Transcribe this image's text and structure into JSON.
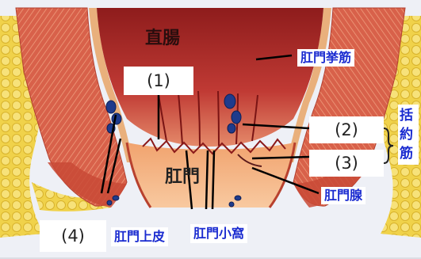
{
  "labels": {
    "rectum": "直腸",
    "anal_canal": "肛門",
    "levator_ani": "肛門挙筋",
    "sphincter": "括約筋",
    "anal_gland": "肛門腺",
    "anoderm": "肛門上皮",
    "anal_crypt": "肛門小窩"
  },
  "markers": {
    "m1": "(1)",
    "m2": "(2)",
    "m3": "(3)",
    "m4": "(4)"
  },
  "colors": {
    "background": "#eef0f6",
    "fat": "#f0d24a",
    "muscle": "#d8614a",
    "lumen": "#b82a2a",
    "canal": "#f3b083",
    "label_blue": "#1a2bd0"
  }
}
